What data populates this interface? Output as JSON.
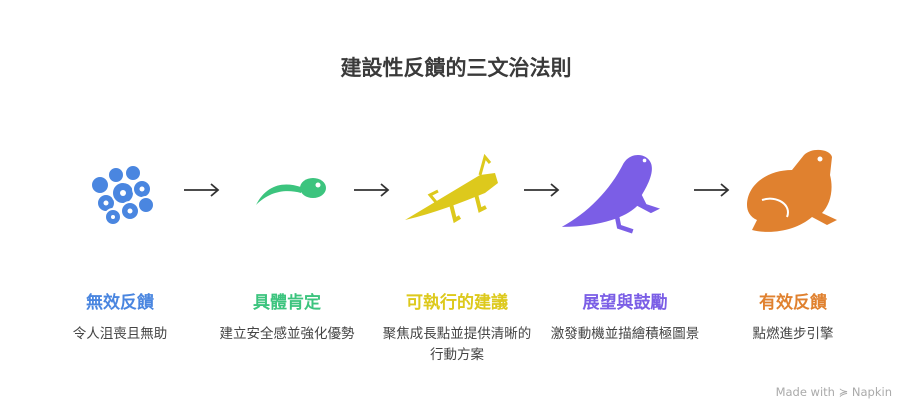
{
  "title": "建設性反饋的三文治法則",
  "colors": {
    "blue": "#4a86e0",
    "green": "#3cc47e",
    "yellow": "#ddc91c",
    "purple": "#7b5ee6",
    "orange": "#e0812f"
  },
  "stages": [
    {
      "icon": "frog-eggs-icon",
      "title": "無效反饋",
      "desc": "令人沮喪且無助"
    },
    {
      "icon": "tadpole-icon",
      "title": "具體肯定",
      "desc": "建立安全感並強化優勢"
    },
    {
      "icon": "tadpole-legs-icon",
      "title": "可執行的建議",
      "desc": "聚焦成長點並提供清晰的行動方案"
    },
    {
      "icon": "young-frog-icon",
      "title": "展望與鼓勵",
      "desc": "激發動機並描繪積極圖景"
    },
    {
      "icon": "frog-icon",
      "title": "有效反饋",
      "desc": "點燃進步引擎"
    }
  ],
  "footer": "Made with ≽ Napkin"
}
